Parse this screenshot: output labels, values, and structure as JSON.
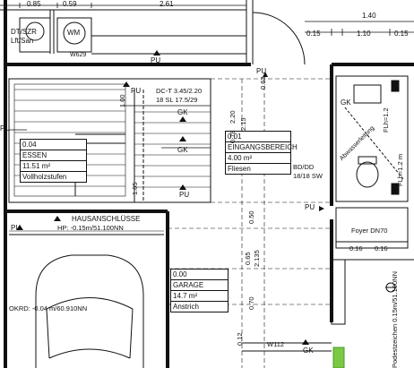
{
  "dims_top": {
    "left_a": "0.85",
    "left_b": "0.59",
    "left_c": "2.61",
    "right_a": "1.40",
    "right_b": "0.15",
    "right_c": "1.10",
    "right_d": "0.15"
  },
  "laundry": {
    "label_dt": "DT/SZR",
    "label_lft": "Lft/San",
    "wm": "WM",
    "window": "W629"
  },
  "stair": {
    "spec_line1": "DC-T 3.45/2.20",
    "spec_line2": "18 SL 17.5/29",
    "gk_top": "GK",
    "gk_mid": "GK"
  },
  "rooms": [
    {
      "id": "essen",
      "num": "0.04",
      "name": "ESSEN",
      "area": "11.51 m²",
      "floor": "Vollholzstufen"
    },
    {
      "id": "eingang",
      "num": "0.01",
      "name": "EINGANGSBEREICH",
      "area": "4.00 m²",
      "floor": "Fliesen"
    },
    {
      "id": "garage",
      "num": "0.00",
      "name": "GARAGE",
      "area": "14.7 m²",
      "floor": "Anstrich"
    }
  ],
  "hausanschluss": {
    "title": "HAUSANSCHLÜSSE",
    "note": "HP: -0.15m/51.100NN"
  },
  "okrd": "OKRD: -0.04 m/60.910NN",
  "bd_dd": {
    "line1": "BD/DD",
    "line2": "18/18 SW"
  },
  "pu": "PU",
  "gk": "GK",
  "window_bottom": "W112",
  "right_side": {
    "foyer": "Foyer DN70",
    "d1": "0.16",
    "d2": "0.16",
    "fl1": "FLh=1.2",
    "fl2": "FLh=1.2 m",
    "diag": "Abwasserleitung",
    "vertical": "Podestzeichen 0.15m/51.100NN"
  },
  "dims_vertical": {
    "v1": "0.63",
    "v2": "2.20",
    "v3": "2.15",
    "v4": "0.78",
    "v5": "1.05",
    "v6": "0.50",
    "v7": "0.65",
    "v8": "2.135",
    "v9": "0.70",
    "v10": "0.12",
    "v11": "1.00"
  }
}
